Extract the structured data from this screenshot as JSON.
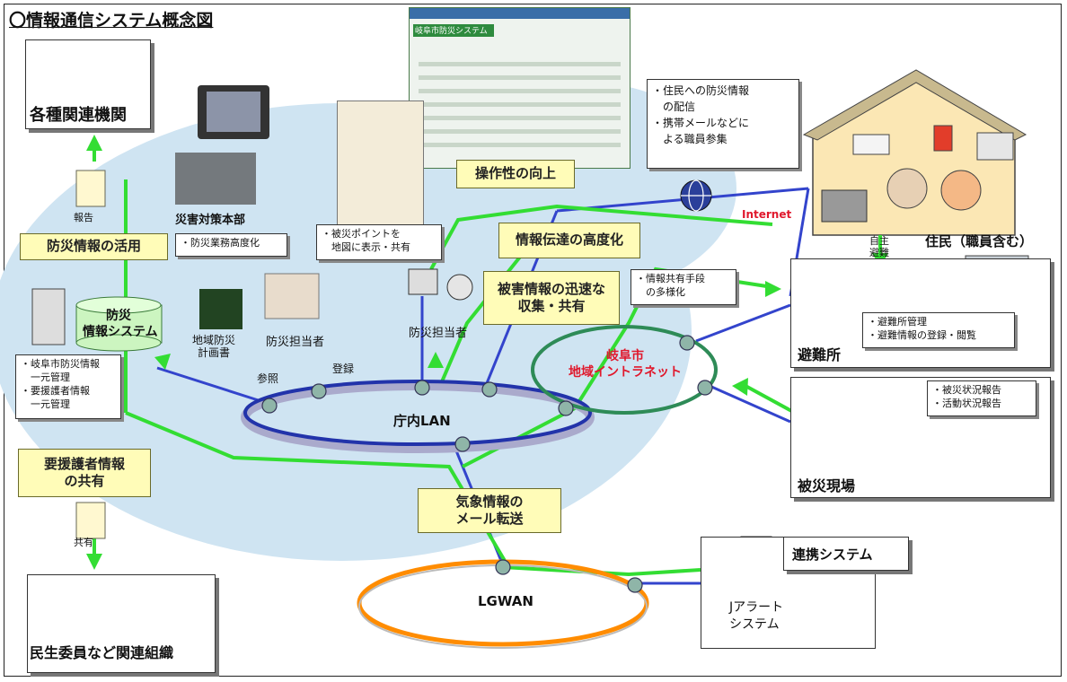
{
  "title": "〇情報通信システム概念図",
  "nodes": {
    "agencies": "各種関連機関",
    "disaster_hq": "災害対策本部",
    "bousai_system": "防災\n情報システム",
    "regional_plan": "地域防災\n計画書",
    "bousai_staff_1": "防災担当者",
    "bousai_staff_2": "防災担当者",
    "residents": "住民（職員含む）",
    "shelter": "避難所",
    "disaster_site": "被災現場",
    "linkage_system": "連携システム",
    "j_alert": "Jアラート\nシステム",
    "welfare": "民生委員など関連組織"
  },
  "networks": {
    "lan": "庁内LAN",
    "intranet": "岐阜市\n地域イントラネット",
    "lgwan": "LGWAN",
    "internet": "Internet"
  },
  "yellow_labels": {
    "operability": "操作性の向上",
    "bousai_use": "防災情報の活用",
    "info_sharing": "情報伝達の高度化",
    "damage_collect": "被害情報の迅速な\n収集・共有",
    "support_share": "要援護者情報\nの共有",
    "weather_mail": "気象情報の\nメール転送"
  },
  "notes": {
    "resident_info": [
      "・住民への防災情報",
      "　の配信",
      "・携帯メールなどに",
      "　よる職員参集"
    ],
    "hq_note": "・防災業務高度化",
    "map_note": [
      "・被災ポイントを",
      "　地図に表示・共有"
    ],
    "share_note": [
      "・情報共有手段",
      "　の多様化"
    ],
    "bousai_note": [
      "・岐阜市防災情報",
      "　一元管理",
      "・要援護者情報",
      "　一元管理"
    ],
    "shelter_note": [
      "・避難所管理",
      "・避難情報の登録・閲覧"
    ],
    "site_note": [
      "・被災状況報告",
      "・活動状況報告"
    ]
  },
  "small_labels": {
    "report": "報告",
    "share": "共有",
    "refer": "参照",
    "register": "登録",
    "self_evac": "自主\n避難"
  },
  "screen_title": "岐阜市防災システム",
  "colors": {
    "lan_ring": "#2233aa",
    "intranet_ring": "#2e8b57",
    "lgwan_ring": "#ff8c00",
    "green_line": "#33dd33",
    "blue_line": "#3344cc",
    "blob": "#cfe4f2",
    "house": "#fbe7b4",
    "intranet_text": "#e0182c",
    "internet_text": "#e0182c"
  }
}
